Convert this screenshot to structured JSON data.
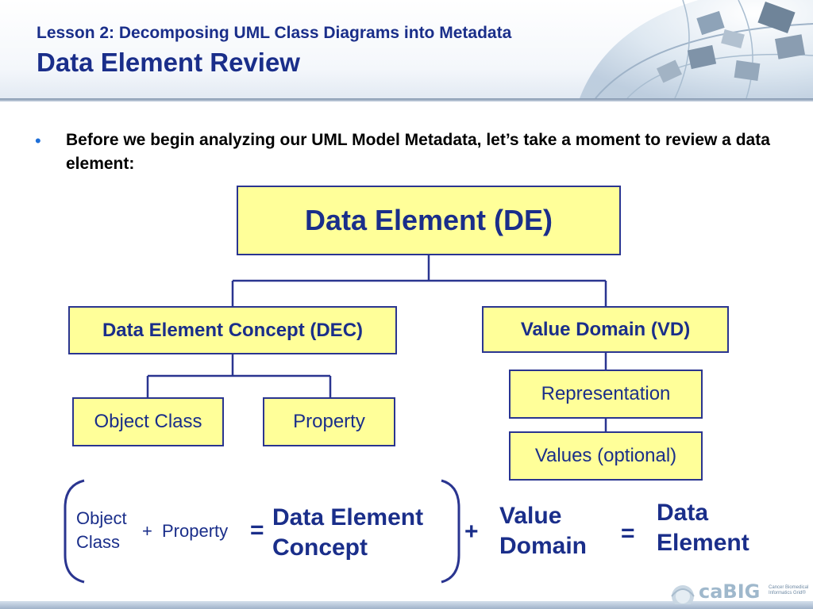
{
  "header": {
    "lesson_title": "Lesson 2: Decomposing UML Class Diagrams into Metadata",
    "slide_title": "Data Element Review"
  },
  "bullet": {
    "marker": "•",
    "text": "Before we begin analyzing our UML Model Metadata, let’s take a moment to review a data element:"
  },
  "diagram": {
    "data_element": "Data Element (DE)",
    "data_element_concept": "Data Element Concept (DEC)",
    "value_domain": "Value Domain (VD)",
    "object_class": "Object Class",
    "property": "Property",
    "representation": "Representation",
    "values": "Values (optional)"
  },
  "equation": {
    "object_class_line1": "Object",
    "object_class_line2": "Class",
    "plus1": "+",
    "property": "Property",
    "equals1": "=",
    "dec_line1": "Data Element",
    "dec_line2": "Concept",
    "plus2": "+",
    "vd_line1": "Value",
    "vd_line2": "Domain",
    "equals2": "=",
    "de_line1": "Data",
    "de_line2": "Element"
  },
  "footer": {
    "logo_text": "caBIG",
    "logo_tag_line1": "Cancer Biomedical",
    "logo_tag_line2": "Informatics Grid®"
  },
  "colors": {
    "title": "#1a2e8a",
    "box_fill": "#ffff99",
    "box_border": "#2a3590",
    "bullet": "#1e6fd8"
  }
}
